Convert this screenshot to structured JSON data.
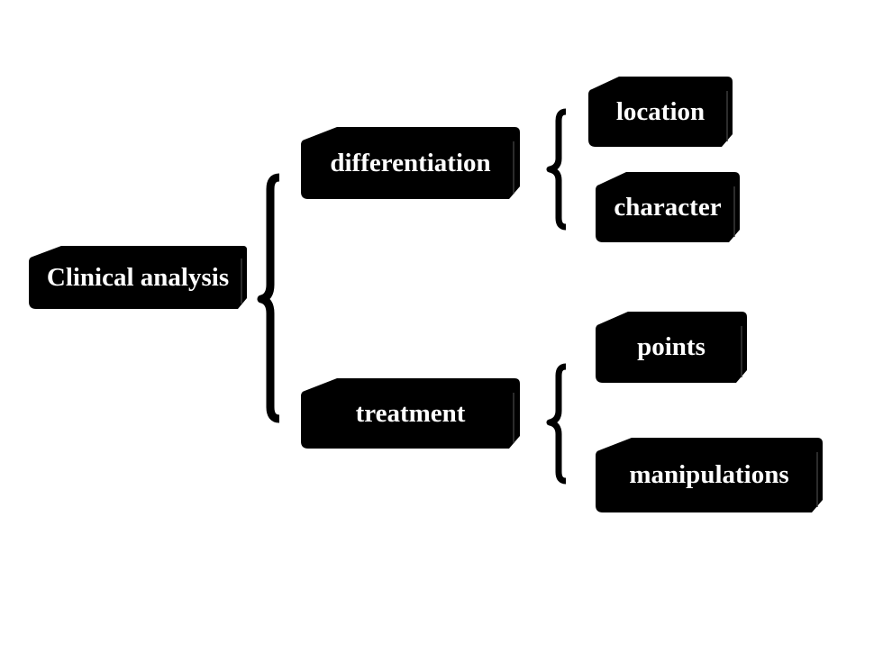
{
  "diagram": {
    "root": {
      "label": "Clinical analysis"
    },
    "branches": [
      {
        "label": "differentiation",
        "children": [
          {
            "label": "location"
          },
          {
            "label": "character"
          }
        ]
      },
      {
        "label": "treatment",
        "children": [
          {
            "label": "points"
          },
          {
            "label": "manipulations"
          }
        ]
      }
    ]
  },
  "colors": {
    "box_fill": "#000000",
    "box_edge": "#3a3a3a",
    "text": "#ffffff",
    "brace": "#000000",
    "background": "#ffffff"
  }
}
